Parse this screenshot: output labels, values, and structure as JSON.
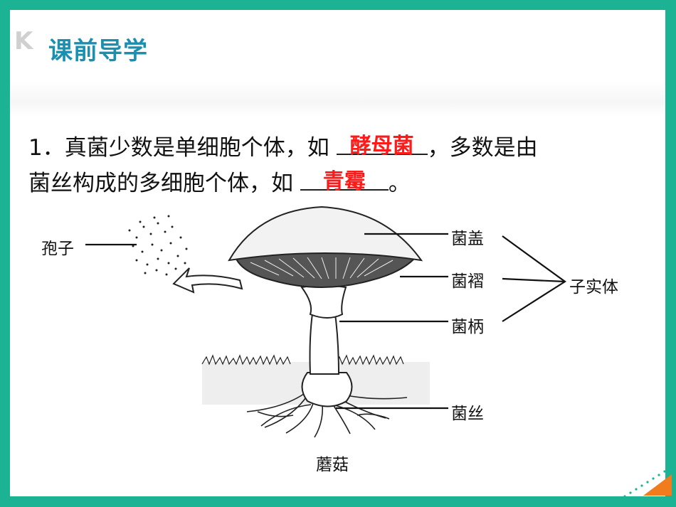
{
  "header": {
    "logo_text": "K",
    "title": "课前导学"
  },
  "question": {
    "number": "1．",
    "line1_a": "真菌少数是单细胞个体，如",
    "answer1": "酵母菌",
    "line1_b": "，多数是由",
    "line2_a": "菌丝构成的多细胞个体，如",
    "answer2": "青霉",
    "line2_b": "。"
  },
  "diagram": {
    "labels": {
      "spore": "孢子",
      "cap": "菌盖",
      "gills": "菌褶",
      "stalk": "菌柄",
      "hyphae": "菌丝",
      "fruiting_body": "子实体",
      "caption": "蘑菇"
    }
  },
  "colors": {
    "frame": "#1bb394",
    "title": "#1a8fb0",
    "answer": "#ff1a1a",
    "corner": "#f07c1e"
  }
}
